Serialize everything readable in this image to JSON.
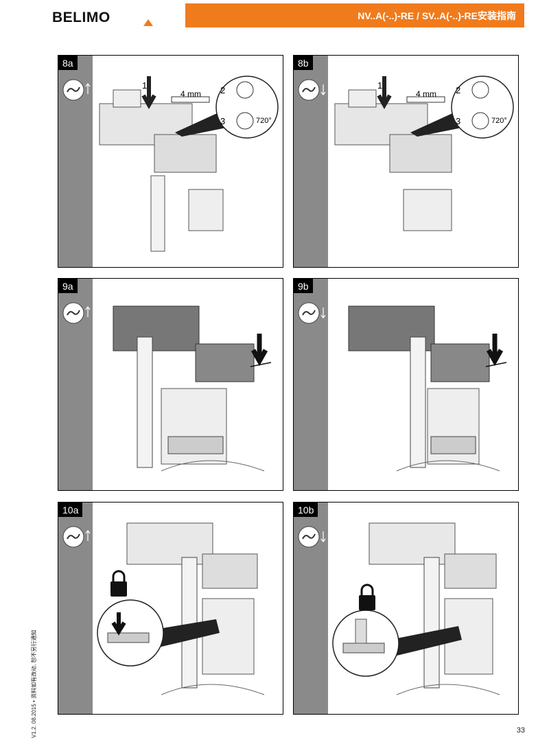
{
  "header": {
    "brand": "BELIMO",
    "title": "NV..A(-..)-RE / SV..A(-..)-RE安装指南",
    "accent_color": "#f07b1d"
  },
  "panels": [
    {
      "id": "8a",
      "label": "8a",
      "direction": "up-arrow-icon",
      "steps": [
        "1",
        "2",
        "3"
      ],
      "tool": "4 mm",
      "rotation": "720°"
    },
    {
      "id": "8b",
      "label": "8b",
      "direction": "down-arrow-icon",
      "steps": [
        "1",
        "2",
        "3"
      ],
      "tool": "4 mm",
      "rotation": "720°"
    },
    {
      "id": "9a",
      "label": "9a",
      "direction": "up-arrow-icon"
    },
    {
      "id": "9b",
      "label": "9b",
      "direction": "down-arrow-icon"
    },
    {
      "id": "10a",
      "label": "10a",
      "direction": "up-arrow-icon"
    },
    {
      "id": "10b",
      "label": "10b",
      "direction": "down-arrow-icon"
    }
  ],
  "footer": {
    "side_note": "V1.2. 08.2015 • 资料如有改动, 恕不另行通知",
    "page_number": "33"
  }
}
